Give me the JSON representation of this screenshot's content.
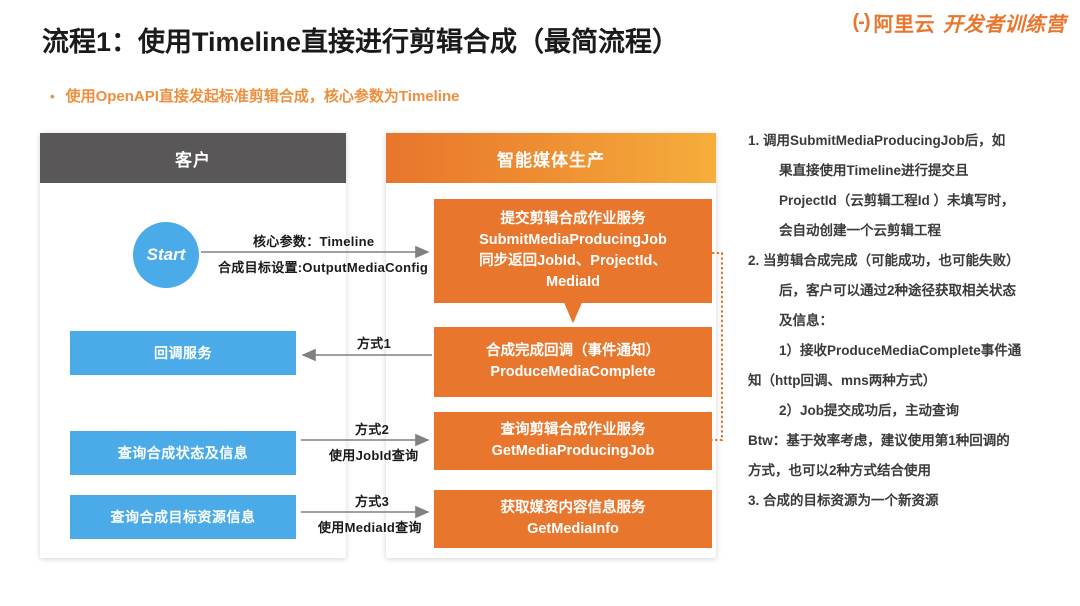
{
  "brand": {
    "mark": "(-)",
    "name": "阿里云",
    "camp": "开发者训练营"
  },
  "header": {
    "title": "流程1：使用Timeline直接进行剪辑合成（最简流程）",
    "bullet_glyph": "•",
    "subtitle": "使用OpenAPI直接发起标准剪辑合成，核心参数为Timeline"
  },
  "diagram": {
    "client_panel": {
      "header": "客户",
      "start_node": "Start",
      "boxes": [
        {
          "label": "回调服务"
        },
        {
          "label": "查询合成状态及信息"
        },
        {
          "label": "查询合成目标资源信息"
        }
      ]
    },
    "service_panel": {
      "header": "智能媒体生产",
      "boxes": [
        {
          "lines": [
            "提交剪辑合成作业服务",
            "SubmitMediaProducingJob",
            "同步返回JobId、ProjectId、",
            "MediaId"
          ]
        },
        {
          "lines": [
            "合成完成回调（事件通知）",
            "ProduceMediaComplete"
          ]
        },
        {
          "lines": [
            "查询剪辑合成作业服务",
            "GetMediaProducingJob"
          ]
        },
        {
          "lines": [
            "获取媒资内容信息服务",
            "GetMediaInfo"
          ]
        }
      ]
    },
    "connectors": [
      {
        "top": "核心参数：Timeline",
        "bottom": "合成目标设置:OutputMediaConfig"
      },
      {
        "top": "方式1",
        "bottom": ""
      },
      {
        "top": "方式2",
        "bottom": "使用JobId查询"
      },
      {
        "top": "方式3",
        "bottom": "使用MediaId查询"
      }
    ]
  },
  "notes": [
    "1.  调用SubmitMediaProducingJob后，如",
    "果直接使用Timeline进行提交且",
    "ProjectId（云剪辑工程Id ）未填写时，",
    "会自动创建一个云剪辑工程",
    "2.  当剪辑合成完成（可能成功，也可能失败）",
    "后，客户可以通过2种途径获取相关状态",
    "及信息：",
    "1）接收ProduceMediaComplete事件通",
    "知（http回调、mns两种方式）",
    "2）Job提交成功后，主动查询",
    "Btw：基于效率考虑，建议使用第1种回调的",
    "方式，也可以2种方式结合使用",
    "3.  合成的目标资源为一个新资源"
  ],
  "colors": {
    "orange": "#E8762C",
    "orange_light": "#F5AE3C",
    "blue": "#4BABE8",
    "gray_header": "#595757",
    "subtitle": "#ED8F3E",
    "arrow_gray": "#808080"
  }
}
